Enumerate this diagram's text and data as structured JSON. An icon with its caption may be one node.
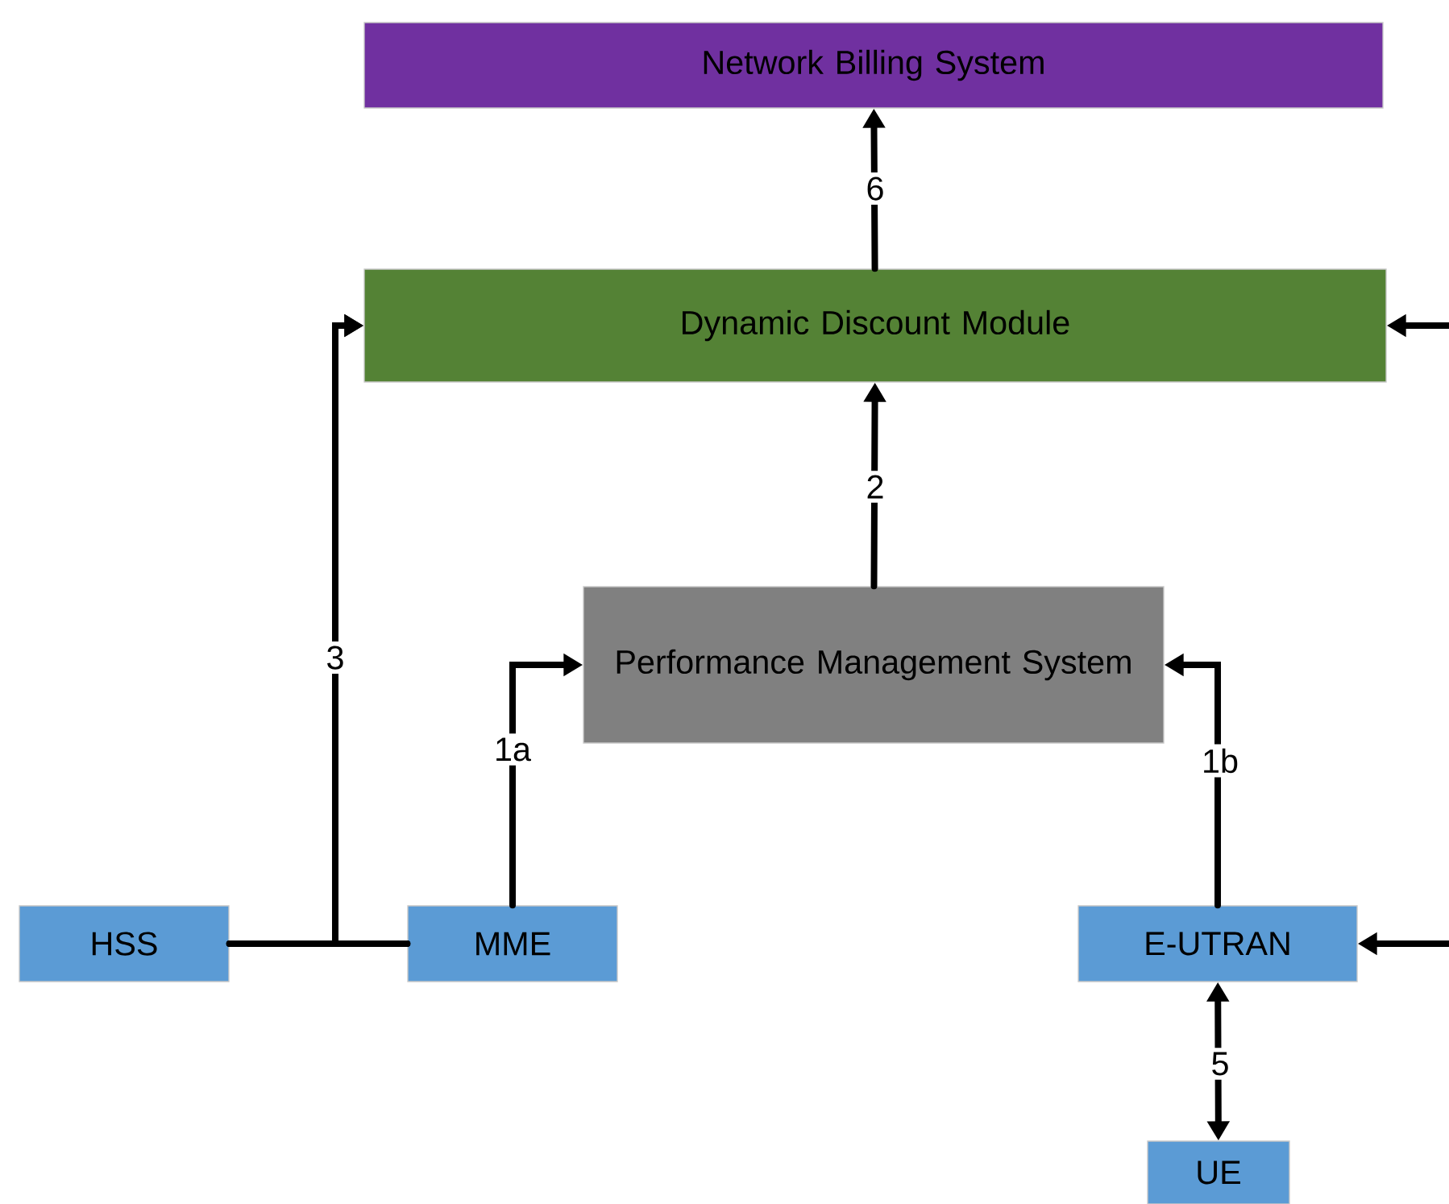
{
  "diagram": {
    "nodes": [
      {
        "text": [
          "Network Billing System"
        ]
      },
      {
        "text": [
          "Dynamic Discount Module"
        ]
      },
      {
        "text": [
          "Performance Management System"
        ]
      },
      {
        "text": [
          "HSS"
        ]
      },
      {
        "text": [
          "MME"
        ]
      },
      {
        "text": [
          "E-UTRAN"
        ]
      },
      {
        "text": [
          "UE"
        ]
      }
    ],
    "edges": [
      {
        "from": 1,
        "to": 0,
        "arrow": "to",
        "label": "6"
      },
      {
        "from": 2,
        "to": 1,
        "arrow": "to",
        "label": "2"
      },
      {
        "from": 4,
        "to": 2,
        "arrow": "to",
        "label": "1a"
      },
      {
        "from": 5,
        "to": 2,
        "arrow": "to",
        "label": "1b"
      },
      {
        "from": 3,
        "to": 4,
        "arrow": "none"
      },
      {
        "from": 3,
        "to": 1,
        "arrow": "to",
        "label": "3"
      },
      {
        "from": 4,
        "to": 1,
        "arrow": "to"
      },
      {
        "from": 6,
        "to": 5,
        "arrow": "both",
        "label": "5"
      },
      {
        "from": null,
        "to": 1,
        "arrow": "to"
      },
      {
        "from": null,
        "to": 5,
        "arrow": "to"
      }
    ]
  }
}
